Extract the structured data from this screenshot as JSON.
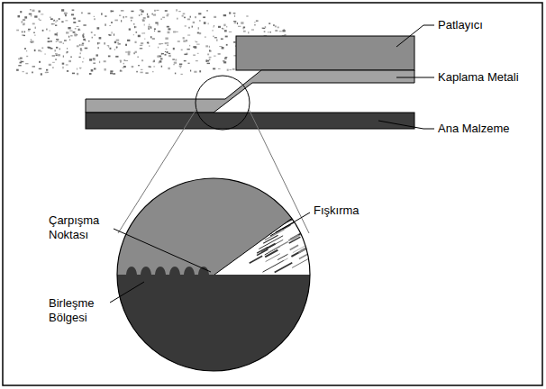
{
  "diagram": {
    "labels": [
      "Patlayıcı",
      "Kaplama Metali",
      "Ana Malzeme",
      "Çarpışma Noktası",
      "Fışkırma",
      "Birleşme Bölgesi"
    ]
  }
}
